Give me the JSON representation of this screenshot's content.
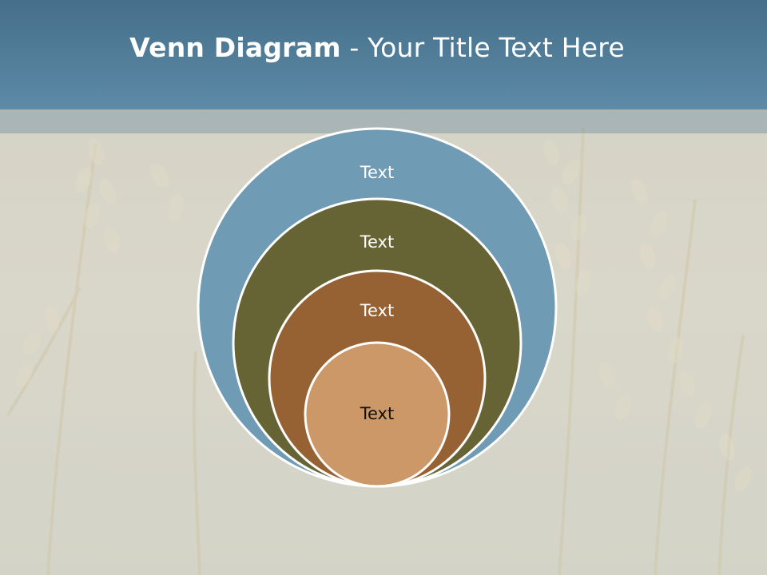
{
  "title": {
    "bold": "Venn Diagram",
    "rest": " - Your Title Text Here"
  },
  "diagram": {
    "type": "nested-circles",
    "rings": [
      {
        "label": "Text",
        "fill": "#6f9bb4",
        "text_color": "#ffffff"
      },
      {
        "label": "Text",
        "fill": "#666434",
        "text_color": "#ffffff"
      },
      {
        "label": "Text",
        "fill": "#966233",
        "text_color": "#ffffff"
      },
      {
        "label": "Text",
        "fill": "#cc9867",
        "text_color": "#111111"
      }
    ]
  },
  "colors": {
    "title_bar": "#5a87a4",
    "ring_outline": "#ffffff",
    "background": "#d6d4c6"
  }
}
